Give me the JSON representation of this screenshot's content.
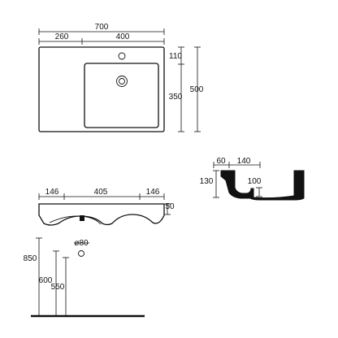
{
  "top_view": {
    "overall_width": "700",
    "left_deck": "260",
    "basin_width": "400",
    "tap_offset": "110",
    "basin_depth": "350",
    "overall_depth": "500"
  },
  "front_view": {
    "left_support": "146",
    "center_span": "405",
    "right_support": "146",
    "thickness": "50",
    "waste_diameter": "ø80",
    "install_height": "850",
    "waste_height_a": "600",
    "waste_height_b": "550"
  },
  "section_view": {
    "rim_front": "60",
    "rim_to_basin": "140",
    "section_height": "130",
    "basin_drop": "100"
  }
}
